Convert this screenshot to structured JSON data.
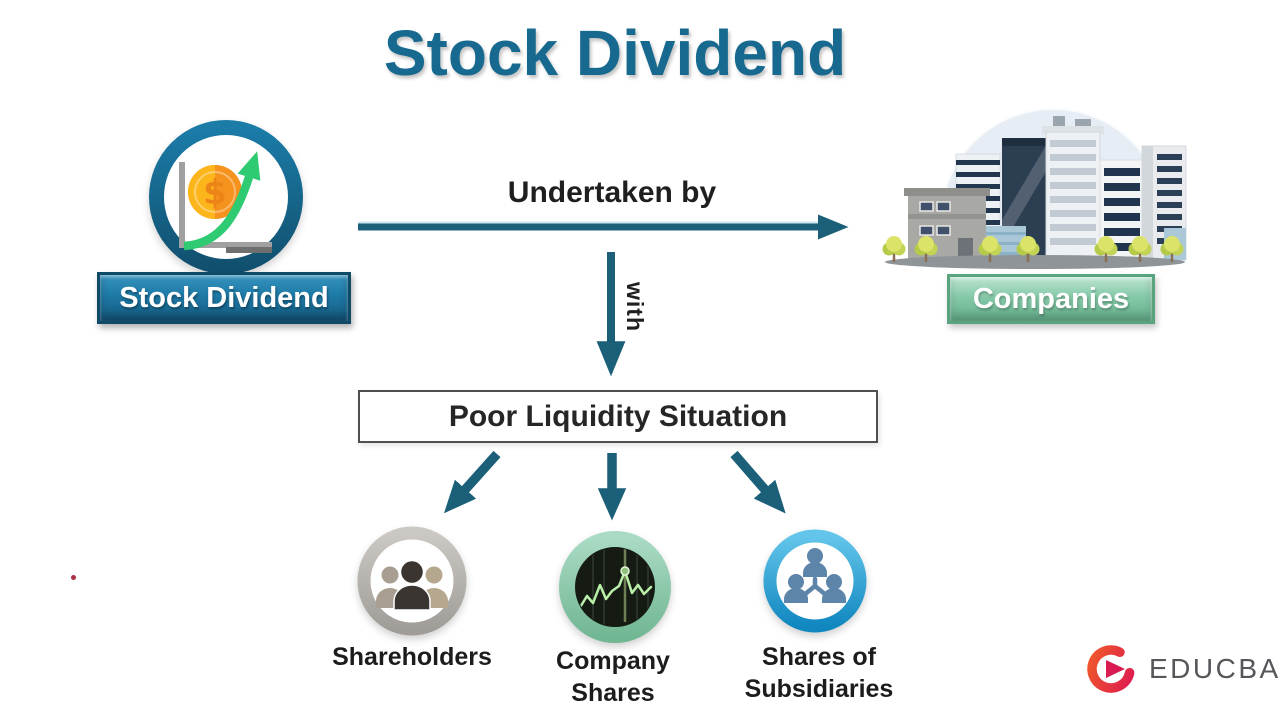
{
  "title": "Stock Dividend",
  "nodes": {
    "stock_dividend": {
      "label": "Stock Dividend"
    },
    "companies": {
      "label": "Companies"
    },
    "liquidity": {
      "label": "Poor Liquidity Situation"
    }
  },
  "edges": {
    "undertaken_by": {
      "label": "Undertaken by"
    },
    "with_edge": {
      "label": "with"
    }
  },
  "outcomes": [
    {
      "id": "shareholders",
      "icon": "shareholders-group-icon",
      "lines": [
        "Shareholders"
      ]
    },
    {
      "id": "company-shares",
      "icon": "stock-chart-icon",
      "lines": [
        "Company",
        "Shares"
      ]
    },
    {
      "id": "shares-of-subsidiaries",
      "icon": "subsidiaries-network-icon",
      "lines": [
        "Shares of",
        "Subsidiaries"
      ]
    }
  ],
  "icons": {
    "coin_symbol": "$"
  },
  "logo": {
    "text": "EDUCBA"
  },
  "colors": {
    "title_teal": "#17698f",
    "arrow_teal": "#1c5f78",
    "stock_banner_teal": "#1e7aa6",
    "companies_banner_green": "#85c9a8",
    "shareholders_gray": "#b9b5b0",
    "company_shares_mint": "#90cbb2",
    "chart_line_green": "#b9efa8",
    "subsidiaries_blue": "#28a6db",
    "coin_orange": "#f6921e",
    "coin_yellow": "#fcb61b",
    "growth_green": "#2ecb72",
    "logo_red": "#e8362c",
    "logo_text_gray": "#55575b"
  }
}
